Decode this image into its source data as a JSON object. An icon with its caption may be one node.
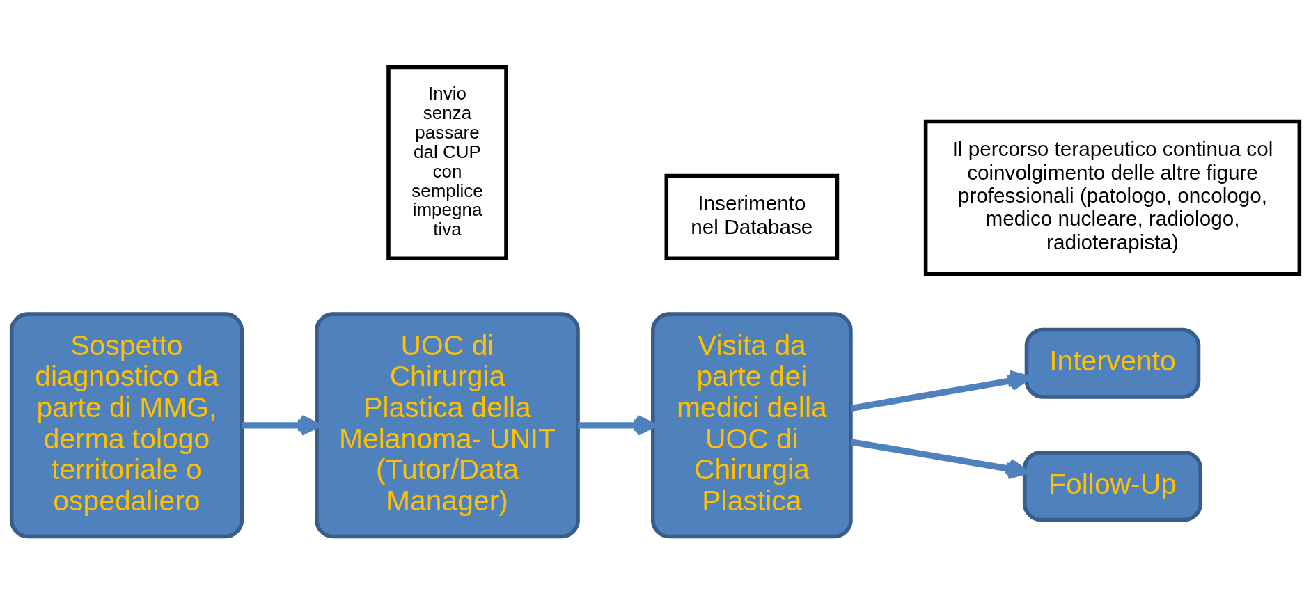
{
  "diagram": {
    "nodes": [
      {
        "text": [
          "Sospetto diagnostico da parte di MMG, derma tologo territoriale o ospedaliero"
        ]
      },
      {
        "text": [
          "Invio senza passare dal CUP con semplice impegna tiva"
        ]
      },
      {
        "text": [
          "UOC di Chirurgia Plastica della Melanoma- UNIT (Tutor/Data Manager)"
        ]
      },
      {
        "text": [
          "Inserimento nel Database"
        ]
      },
      {
        "text": [
          "Visita da parte dei medici della UOC di Chirurgia Plastica"
        ]
      },
      {
        "text": [
          "Il percorso terapeutico continua col coinvolgimento delle altre figure professionali (patologo, oncologo, medico nucleare, radiologo, radioterapista)"
        ]
      },
      {
        "text": [
          "Intervento"
        ]
      },
      {
        "text": [
          "Follow-Up"
        ]
      }
    ],
    "edges": [
      {
        "from": 0,
        "to": 2,
        "arrow": "to"
      },
      {
        "from": 2,
        "to": 4,
        "arrow": "to"
      },
      {
        "from": 4,
        "to": 6,
        "arrow": "to"
      },
      {
        "from": 4,
        "to": 7,
        "arrow": "to"
      }
    ]
  }
}
